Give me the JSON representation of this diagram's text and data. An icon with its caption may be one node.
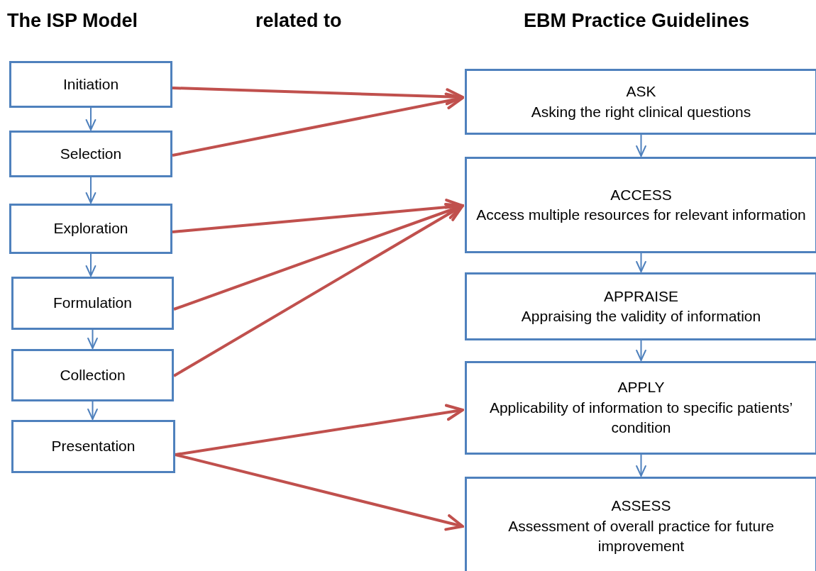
{
  "diagram": {
    "nodes": [
      {
        "text": [
          "Initiation"
        ]
      },
      {
        "text": [
          "Selection"
        ]
      },
      {
        "text": [
          "Exploration"
        ]
      },
      {
        "text": [
          "Formulation"
        ]
      },
      {
        "text": [
          "Collection"
        ]
      },
      {
        "text": [
          "Presentation"
        ]
      },
      {
        "text": [
          "ASK",
          "Asking the right clinical questions"
        ]
      },
      {
        "text": [
          "ACCESS",
          "Access multiple resources for relevant information"
        ]
      },
      {
        "text": [
          "APPRAISE",
          "Appraising the validity of information"
        ]
      },
      {
        "text": [
          "APPLY",
          "Applicability of information to specific patients’ condition"
        ]
      },
      {
        "text": [
          "ASSESS",
          "Assessment of overall practice for future improvement"
        ]
      }
    ],
    "edges": [
      {
        "from": 0,
        "to": 1,
        "arrow": "to"
      },
      {
        "from": 1,
        "to": 2,
        "arrow": "to"
      },
      {
        "from": 2,
        "to": 3,
        "arrow": "to"
      },
      {
        "from": 3,
        "to": 4,
        "arrow": "to"
      },
      {
        "from": 4,
        "to": 5,
        "arrow": "to"
      },
      {
        "from": 6,
        "to": 7,
        "arrow": "to"
      },
      {
        "from": 7,
        "to": 8,
        "arrow": "to"
      },
      {
        "from": 8,
        "to": 9,
        "arrow": "to"
      },
      {
        "from": 9,
        "to": 10,
        "arrow": "to"
      },
      {
        "from": 0,
        "to": 6,
        "arrow": "to",
        "style": "thick",
        "color": "#c0504d"
      },
      {
        "from": 1,
        "to": 6,
        "arrow": "to",
        "style": "thick",
        "color": "#c0504d"
      },
      {
        "from": 2,
        "to": 7,
        "arrow": "to",
        "style": "thick",
        "color": "#c0504d"
      },
      {
        "from": 3,
        "to": 7,
        "arrow": "to",
        "style": "thick",
        "color": "#c0504d"
      },
      {
        "from": 4,
        "to": 7,
        "arrow": "to",
        "style": "thick",
        "color": "#c0504d"
      },
      {
        "from": 5,
        "to": 9,
        "arrow": "to",
        "style": "thick",
        "color": "#c0504d"
      },
      {
        "from": 5,
        "to": 10,
        "arrow": "to",
        "style": "thick",
        "color": "#c0504d"
      }
    ],
    "labels": [
      "The ISP Model",
      "related to",
      "EBM Practice Guidelines"
    ]
  }
}
